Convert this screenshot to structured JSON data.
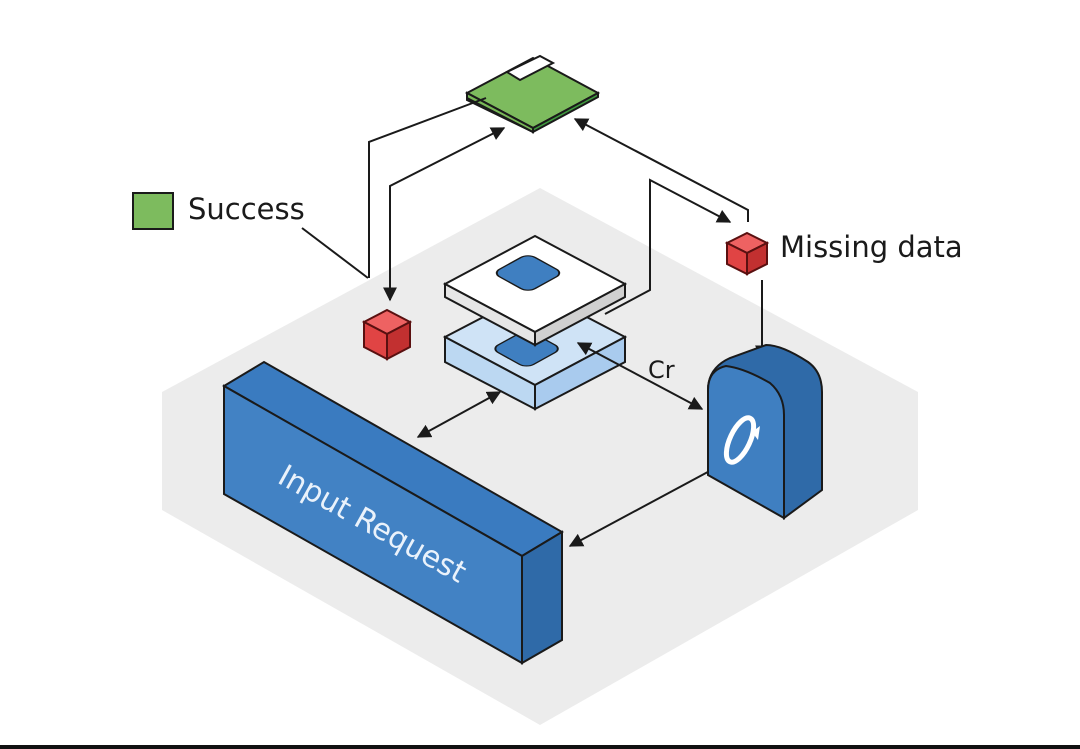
{
  "diagram": {
    "legend": {
      "success": {
        "label": "Success",
        "color": "#7dbb5e"
      },
      "missing": {
        "label": "Missing data",
        "color": "#e04444"
      }
    },
    "nodes": {
      "top_box": {
        "name": "Success sink",
        "color": "#6fb24f"
      },
      "stack_top": {
        "name": "Processing layer (top)"
      },
      "stack_bottom": {
        "name": "Processing layer (bottom)"
      },
      "input_request": {
        "label": "Input Request",
        "color": "#3f7fc1"
      },
      "link_node": {
        "name": "Link node",
        "icon": "link-icon",
        "color": "#3f7fc1"
      },
      "error_cube_left": {
        "name": "Missing data cube",
        "color": "#e04444"
      }
    },
    "edge_labels": {
      "cr": "Cr"
    },
    "colors": {
      "platform": "#ececec",
      "blue": "#3f7fc1",
      "blue_dark": "#2f6aa8",
      "light_blue": "#bcd8f2",
      "green": "#6fb24f",
      "red": "#e04444",
      "stroke": "#1a1a1a"
    }
  }
}
